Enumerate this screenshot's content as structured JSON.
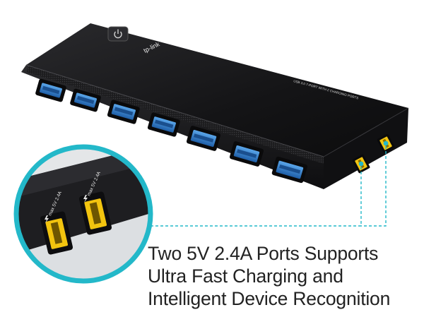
{
  "product": {
    "brand": "tp-link",
    "top_label": "USB 3.0 7-PORT WITH 2 CHARGING PORTS",
    "charge_port_label": "max 5V 2.4A",
    "usb_port_count": 7,
    "charging_port_count": 2
  },
  "caption": {
    "line1": "Two 5V 2.4A Ports Supports",
    "line2": "Ultra Fast Charging and",
    "line3": "Intelligent Device Recognition"
  },
  "colors": {
    "hub_body": "#1b1b1d",
    "usb_blue": "#2f7fd0",
    "charge_yellow": "#f2c40f",
    "callout_cyan": "#23b8c9",
    "caption_text": "#222222"
  },
  "icons": {
    "power_button": "power-icon",
    "charge": "lightning-icon"
  }
}
